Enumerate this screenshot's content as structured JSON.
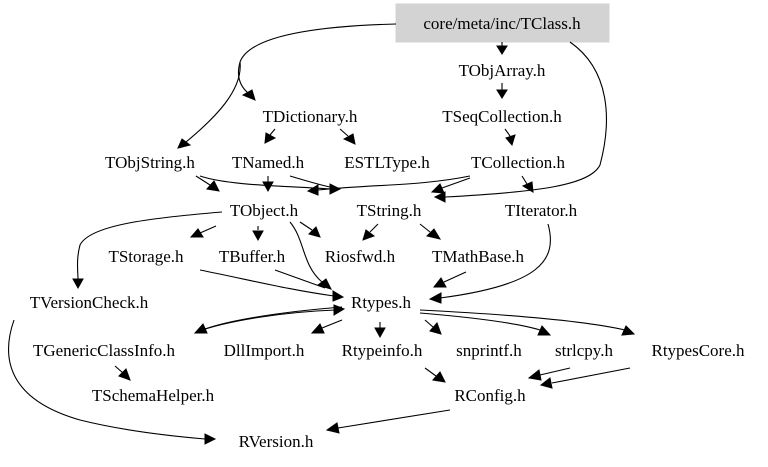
{
  "graph": {
    "nodes": {
      "tclass": "core/meta/inc/TClass.h",
      "tobjarray": "TObjArray.h",
      "tdictionary": "TDictionary.h",
      "tseqcollection": "TSeqCollection.h",
      "tobjstring": "TObjString.h",
      "tnamed": "TNamed.h",
      "estltype": "ESTLType.h",
      "tcollection": "TCollection.h",
      "tobject": "TObject.h",
      "tstring": "TString.h",
      "titerator": "TIterator.h",
      "tstorage": "TStorage.h",
      "tbuffer": "TBuffer.h",
      "riosfwd": "Riosfwd.h",
      "tmathbase": "TMathBase.h",
      "tversioncheck": "TVersionCheck.h",
      "rtypes": "Rtypes.h",
      "tgenericclassinfo": "TGenericClassInfo.h",
      "dllimport": "DllImport.h",
      "rtypeinfo": "Rtypeinfo.h",
      "snprintf": "snprintf.h",
      "strlcpy": "strlcpy.h",
      "rtypescore": "RtypesCore.h",
      "tschemahelper": "TSchemaHelper.h",
      "rconfig": "RConfig.h",
      "rversion": "RVersion.h"
    }
  }
}
